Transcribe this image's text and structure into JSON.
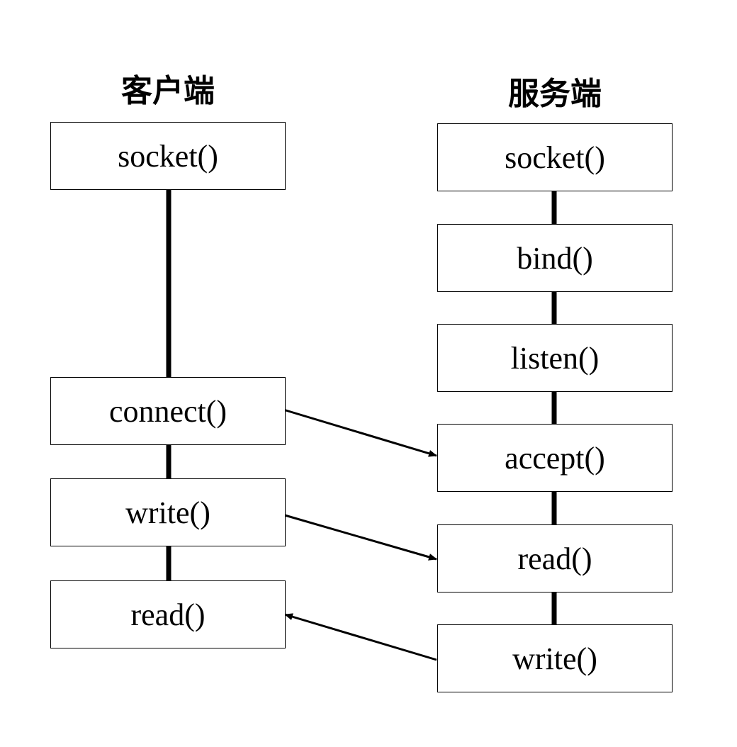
{
  "client": {
    "title": "客户端",
    "steps": [
      "socket()",
      "connect()",
      "write()",
      "read()"
    ]
  },
  "server": {
    "title": "服务端",
    "steps": [
      "socket()",
      "bind()",
      "listen()",
      "accept()",
      "read()",
      "write()"
    ]
  },
  "connections": [
    {
      "from": "client.connect()",
      "to": "server.accept()"
    },
    {
      "from": "client.write()",
      "to": "server.read()"
    },
    {
      "from": "server.write()",
      "to": "client.read()"
    }
  ]
}
